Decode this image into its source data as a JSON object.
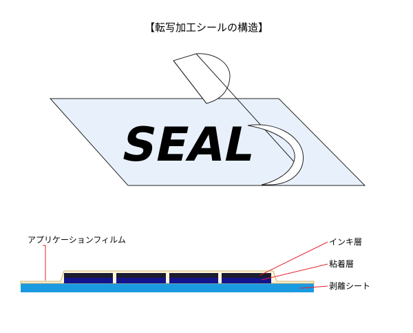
{
  "title": "【転写加工シールの構造】",
  "seal_text": "SEAL",
  "labels": {
    "application_film": "アプリケーションフィルム",
    "ink_layer": "インキ層",
    "adhesive_layer": "粘着層",
    "release_sheet": "剥離シート"
  },
  "colors": {
    "sheet_fill": "#e8f1fb",
    "film_fill": "#fff6dc",
    "film_stroke": "#c8b070",
    "ink_fill": "#1c1c2e",
    "adhesive_fill": "#14148c",
    "release_fill": "#1a9ae0",
    "callout_line": "#e8202a"
  }
}
